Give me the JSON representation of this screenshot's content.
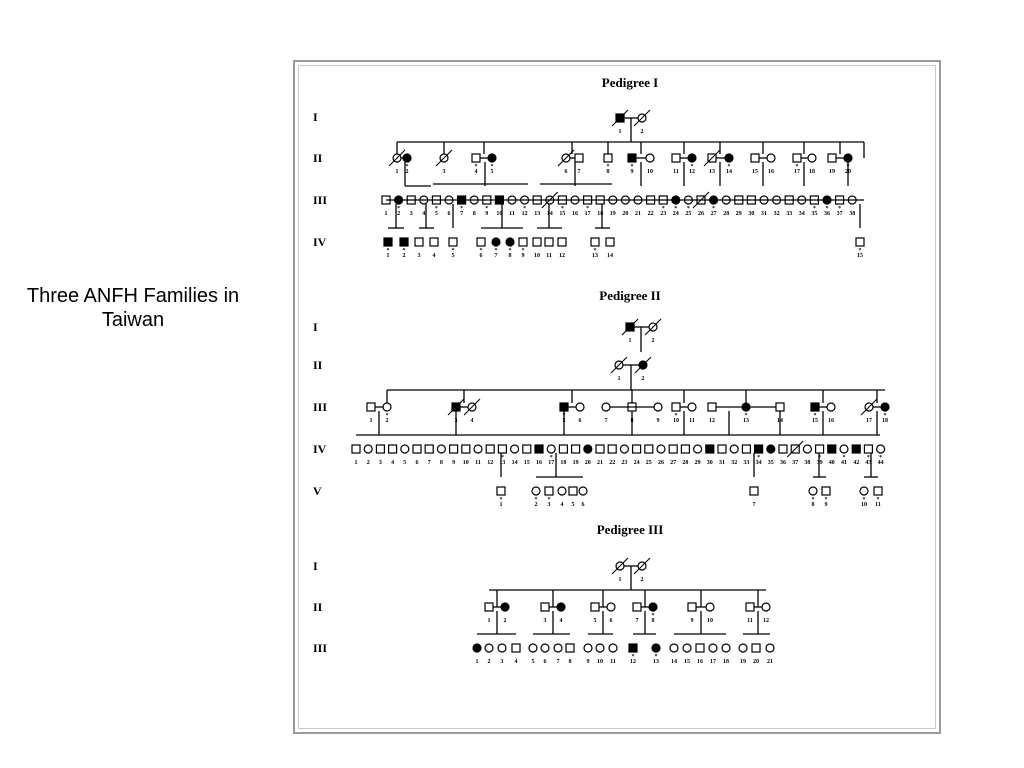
{
  "caption": "Three ANFH Families in Taiwan",
  "pedigrees": [
    {
      "title": "Pedigree I",
      "generations": [
        "I",
        "II",
        "III",
        "IV"
      ]
    },
    {
      "title": "Pedigree II",
      "generations": [
        "I",
        "II",
        "III",
        "IV",
        "V"
      ]
    },
    {
      "title": "Pedigree III",
      "generations": [
        "I",
        "II",
        "III"
      ]
    }
  ],
  "symbols": {
    "male": "square",
    "female": "circle",
    "affected": "filled",
    "deceased": "slash",
    "proband_marker": "*"
  }
}
